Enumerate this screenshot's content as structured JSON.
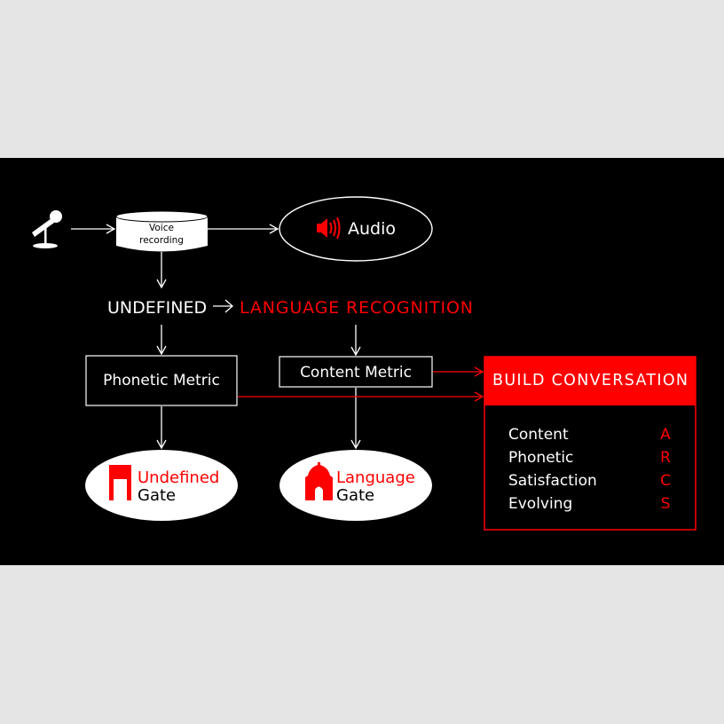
{
  "nodes": {
    "voice_recording_line1": "Voice",
    "voice_recording_line2": "recording",
    "audio": "Audio",
    "undefined": "UNDEFINED",
    "language_recognition": "LANGUAGE RECOGNITION",
    "phonetic_metric": "Phonetic Metric",
    "content_metric": "Content Metric",
    "build_conversation": "BUILD CONVERSATION",
    "undefined_gate_line1": "Undefined",
    "undefined_gate_line2": "Gate",
    "language_gate_line1": "Language",
    "language_gate_line2": "Gate"
  },
  "conversation_items": [
    {
      "label": "Content",
      "letter": "A"
    },
    {
      "label": "Phonetic",
      "letter": "R"
    },
    {
      "label": "Satisfaction",
      "letter": "C"
    },
    {
      "label": "Evolving",
      "letter": "S"
    }
  ],
  "colors": {
    "accent": "#ff0000",
    "background": "#000000",
    "page": "#e5e5e5"
  }
}
